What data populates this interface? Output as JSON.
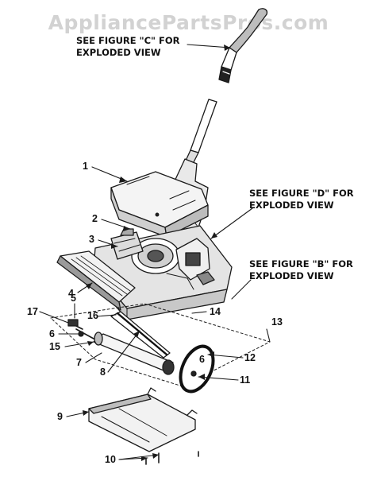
{
  "watermark": "AppliancePartsPros.com",
  "notes": {
    "figure_c": {
      "line1": "SEE FIGURE \"C\" FOR",
      "line2": "EXPLODED VIEW"
    },
    "figure_d": {
      "line1": "SEE FIGURE \"D\" FOR",
      "line2": "EXPLODED VIEW"
    },
    "figure_b": {
      "line1": "SEE FIGURE \"B\" FOR",
      "line2": "EXPLODED VIEW"
    }
  },
  "callouts": {
    "c1": "1",
    "c2": "2",
    "c3": "3",
    "c4": "4",
    "c5": "5",
    "c6a": "6",
    "c6b": "6",
    "c7": "7",
    "c8": "8",
    "c9": "9",
    "c10": "10",
    "c11": "11",
    "c12": "12",
    "c13": "13",
    "c14": "14",
    "c15": "15",
    "c16": "16",
    "c17": "17"
  }
}
